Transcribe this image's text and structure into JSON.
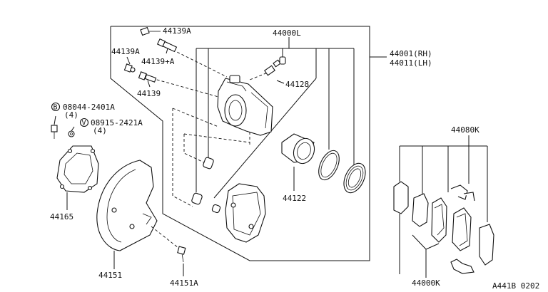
{
  "labels": {
    "p44139a_top": "44139A",
    "p44139a_left": "44139A",
    "p44139plusa": "44139+A",
    "p44139": "44139",
    "p44000l": "44000L",
    "p44128": "44128",
    "p44001": "44001(RH)",
    "p44011": "44011(LH)",
    "bolt_b": "08044-2401A",
    "bolt_b_qty": "(4)",
    "washer_v": "08915-2421A",
    "washer_v_qty": "(4)",
    "p44165": "44165",
    "p44122": "44122",
    "p44151": "44151",
    "p44151a": "44151A",
    "p44080k": "44080K",
    "p44000k": "44000K",
    "diagram_code": "A441B 0202"
  },
  "symbols": {
    "bolt_prefix": "B",
    "washer_prefix": "V"
  },
  "colors": {
    "ink": "#111111",
    "paper": "#ffffff"
  }
}
